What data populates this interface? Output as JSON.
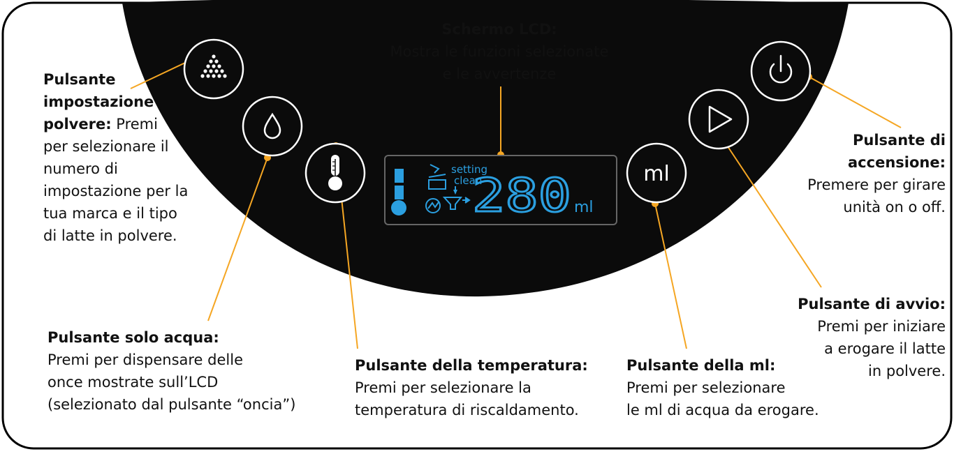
{
  "lcd_callout": {
    "title": "Schermo LCD:",
    "line1": "Mostra le funzioni selezionate",
    "line2": "e le avvertenze"
  },
  "powder_callout": {
    "title1": "Pulsante",
    "title2": "impostazione",
    "title3": "polvere:",
    "line_a": "Premi",
    "line1": "per selezionare il",
    "line2": "numero di",
    "line3": "impostazione per la",
    "line4": "tua marca e il tipo",
    "line5": "di latte in polvere."
  },
  "water_callout": {
    "title": "Pulsante solo acqua:",
    "line1": "Premi per dispensare delle",
    "line2": "once mostrate sull’LCD",
    "line3": "(selezionato dal pulsante “oncia”)"
  },
  "temp_callout": {
    "title": "Pulsante della temperatura:",
    "line1": "Premi per selezionare la",
    "line2": "temperatura di riscaldamento."
  },
  "ml_callout": {
    "title": "Pulsante della ml:",
    "line1": "Premi per selezionare",
    "line2": "le ml di acqua da erogare."
  },
  "start_callout": {
    "title": "Pulsante di avvio:",
    "line1": "Premi per iniziare",
    "line2": "a erogare il latte",
    "line3": "in polvere."
  },
  "power_callout": {
    "title1": "Pulsante di",
    "title2": "accensione:",
    "line1": "Premere per girare",
    "line2": "unità on o off."
  },
  "lcd": {
    "setting": "setting",
    "clean": "clean",
    "digits": "280",
    "unit": "ml"
  },
  "ml_button_label": "ml",
  "colors": {
    "panel": "#0b0b0b",
    "leader": "#f5a623",
    "lcd_blue": "#2b9fe0",
    "text": "#111111"
  }
}
